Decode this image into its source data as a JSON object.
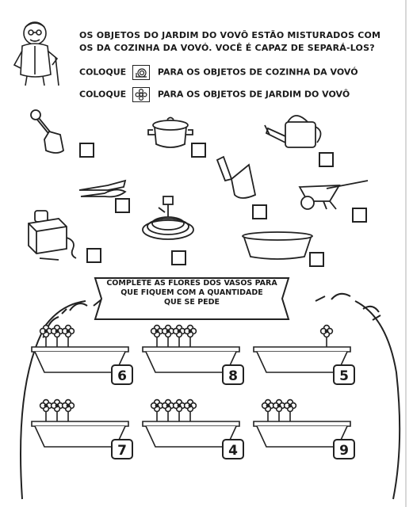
{
  "instructions": {
    "line1": "OS OBJETOS DO JARDIM DO VOVÔ ESTÃO MISTURADOS COM",
    "line2": "OS DA COZINHA DA VOVÓ. VOCÊ É CAPAZ DE SEPARÁ-LOS?",
    "kitchen": {
      "word": "COLOQUE",
      "text": "PARA OS OBJETOS DE COZINHA DA VOVÓ",
      "icon": "snail-stamp-icon"
    },
    "garden": {
      "word": "COLOQUE",
      "text": "PARA OS OBJETOS DE JARDIM DO VOVÔ",
      "icon": "flower-stamp-icon"
    }
  },
  "objects": [
    {
      "name": "shovel",
      "icon": "shovel-icon"
    },
    {
      "name": "cooking-pot",
      "icon": "pot-icon"
    },
    {
      "name": "watering-can",
      "icon": "watering-can-icon"
    },
    {
      "name": "knife-and-spoon",
      "icon": "cutlery-icon"
    },
    {
      "name": "trowel",
      "icon": "trowel-icon"
    },
    {
      "name": "wheelbarrow",
      "icon": "wheelbarrow-icon"
    },
    {
      "name": "garden-hose",
      "icon": "hose-icon"
    },
    {
      "name": "toaster",
      "icon": "toaster-icon"
    },
    {
      "name": "basin",
      "icon": "basin-icon"
    }
  ],
  "banner": {
    "line1": "COMPLETE AS FLORES DOS VASOS PARA",
    "line2": "QUE FIQUEM COM A QUANTIDADE",
    "line3": "QUE SE PEDE"
  },
  "planters": [
    {
      "number": "6",
      "flowers_drawn": 3
    },
    {
      "number": "8",
      "flowers_drawn": 4
    },
    {
      "number": "5",
      "flowers_drawn": 1
    },
    {
      "number": "7",
      "flowers_drawn": 3
    },
    {
      "number": "4",
      "flowers_drawn": 4
    },
    {
      "number": "9",
      "flowers_drawn": 3
    }
  ]
}
